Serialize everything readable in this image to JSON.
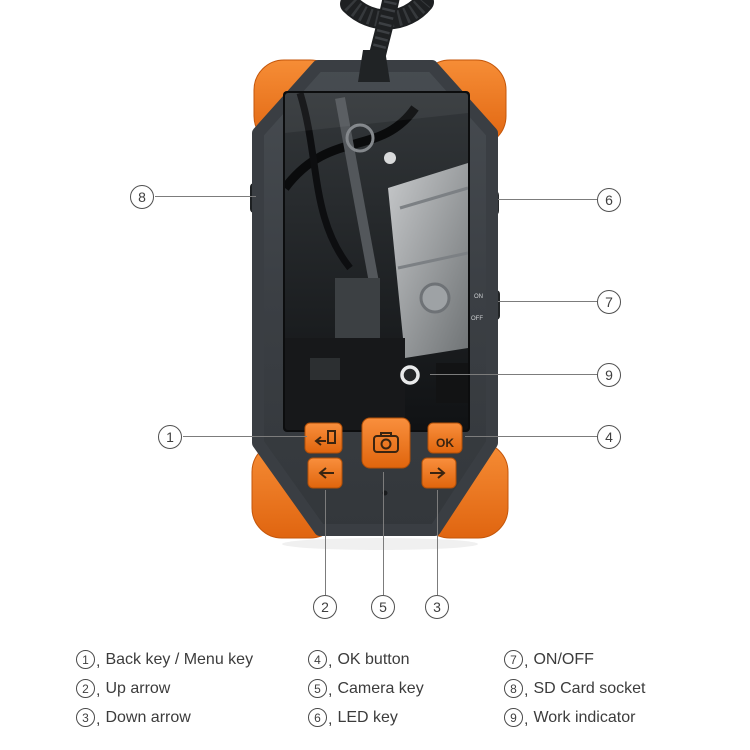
{
  "device": {
    "ok_label": "OK",
    "switch_labels": {
      "on": "ON",
      "off": "OFF"
    }
  },
  "legend": {
    "separator": ",",
    "items": [
      {
        "num": "1",
        "label": "Back key / Menu key"
      },
      {
        "num": "2",
        "label": "Up arrow"
      },
      {
        "num": "3",
        "label": "Down arrow"
      },
      {
        "num": "4",
        "label": "OK button"
      },
      {
        "num": "5",
        "label": "Camera key"
      },
      {
        "num": "6",
        "label": "LED key"
      },
      {
        "num": "7",
        "label": "ON/OFF"
      },
      {
        "num": "8",
        "label": "SD Card socket"
      },
      {
        "num": "9",
        "label": "Work indicator"
      }
    ]
  }
}
